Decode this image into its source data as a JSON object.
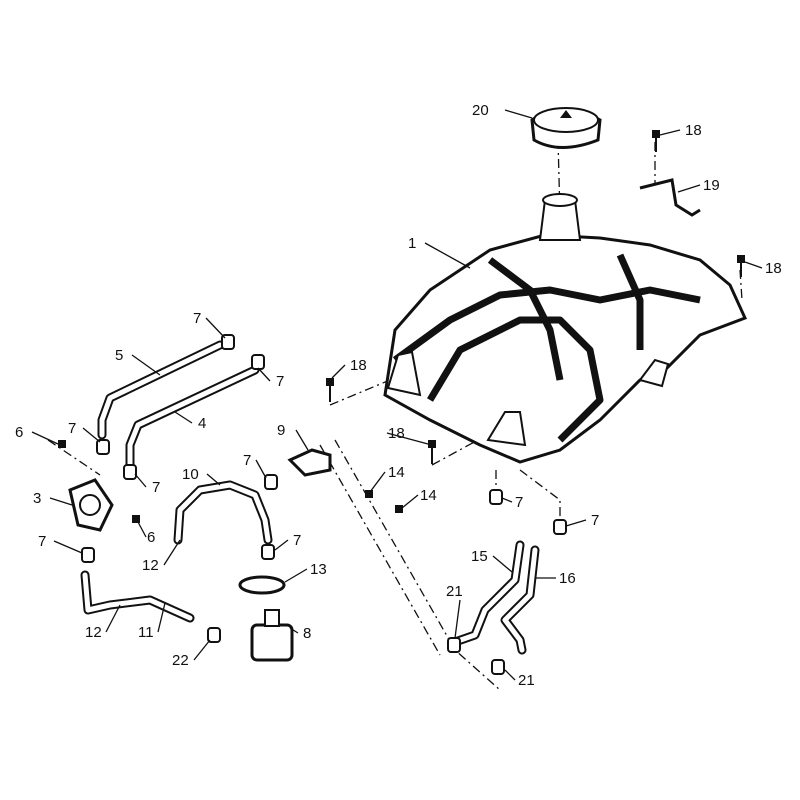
{
  "diagram": {
    "type": "exploded-parts-diagram",
    "callouts": [
      {
        "id": "c20",
        "text": "20"
      },
      {
        "id": "c18a",
        "text": "18"
      },
      {
        "id": "c19",
        "text": "19"
      },
      {
        "id": "c1",
        "text": "1"
      },
      {
        "id": "c18b",
        "text": "18"
      },
      {
        "id": "c7a",
        "text": "7"
      },
      {
        "id": "c5",
        "text": "5"
      },
      {
        "id": "c7b",
        "text": "7"
      },
      {
        "id": "c4",
        "text": "4"
      },
      {
        "id": "c18c",
        "text": "18"
      },
      {
        "id": "c9",
        "text": "9"
      },
      {
        "id": "c18d",
        "text": "18"
      },
      {
        "id": "c14a",
        "text": "14"
      },
      {
        "id": "c14b",
        "text": "14"
      },
      {
        "id": "c6a",
        "text": "6"
      },
      {
        "id": "c7c",
        "text": "7"
      },
      {
        "id": "c7d",
        "text": "7"
      },
      {
        "id": "c3",
        "text": "3"
      },
      {
        "id": "c6b",
        "text": "6"
      },
      {
        "id": "c10",
        "text": "10"
      },
      {
        "id": "c7e",
        "text": "7"
      },
      {
        "id": "c12a",
        "text": "12"
      },
      {
        "id": "c7f",
        "text": "7"
      },
      {
        "id": "c7g",
        "text": "7"
      },
      {
        "id": "c7h",
        "text": "7"
      },
      {
        "id": "c7i",
        "text": "7"
      },
      {
        "id": "c13",
        "text": "13"
      },
      {
        "id": "c15",
        "text": "15"
      },
      {
        "id": "c16",
        "text": "16"
      },
      {
        "id": "c12b",
        "text": "12"
      },
      {
        "id": "c11",
        "text": "11"
      },
      {
        "id": "c22",
        "text": "22"
      },
      {
        "id": "c8",
        "text": "8"
      },
      {
        "id": "c21a",
        "text": "21"
      },
      {
        "id": "c21b",
        "text": "21"
      }
    ]
  }
}
